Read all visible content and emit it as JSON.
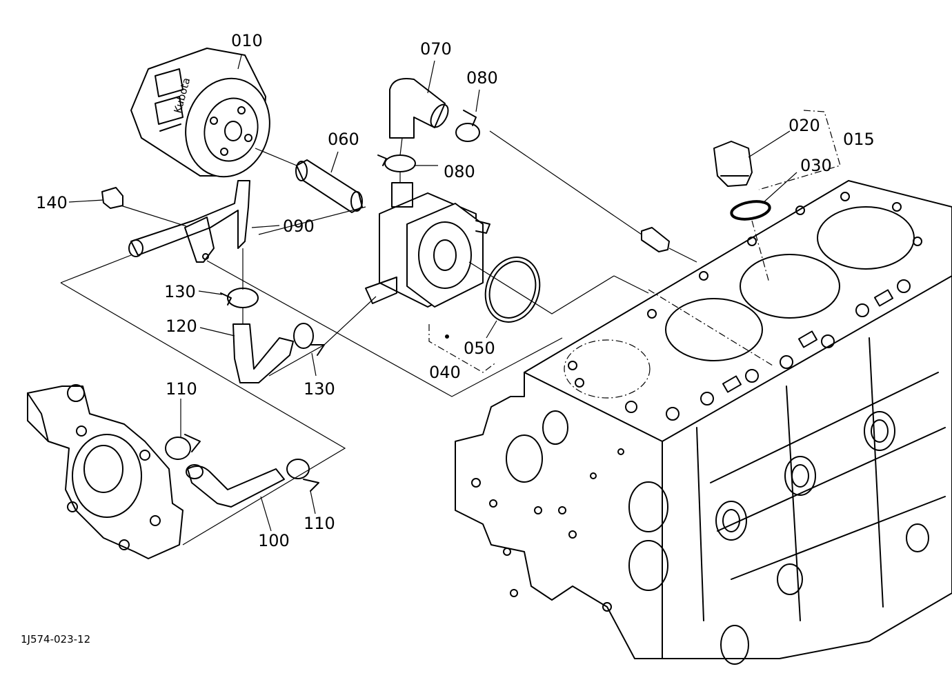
{
  "figure": {
    "reference_code": "1J574-023-12",
    "filter_brand_text": "Kubota"
  },
  "callouts": {
    "p010": "010",
    "p015": "015",
    "p020": "020",
    "p030": "030",
    "p040": "040",
    "p050": "050",
    "p060": "060",
    "p070": "070",
    "p080a": "080",
    "p080b": "080",
    "p090": "090",
    "p100": "100",
    "p110a": "110",
    "p110b": "110",
    "p120": "120",
    "p130a": "130",
    "p130b": "130",
    "p140": "140"
  }
}
